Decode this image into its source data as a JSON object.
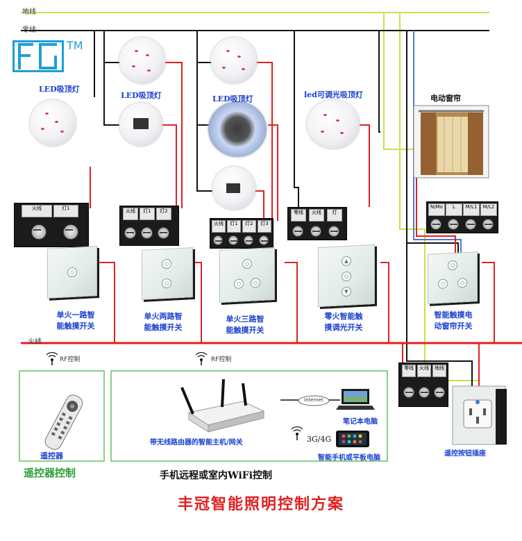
{
  "wires": {
    "ground_label": "地线",
    "neutral_label": "零线",
    "live_label": "火线"
  },
  "logo": {
    "mark": "FG",
    "tm": "TM"
  },
  "lamps": {
    "lamp1_label": "LED吸顶灯",
    "lamp2_label": "LED吸顶灯",
    "lamp3_label": "LED吸顶灯",
    "lamp4_label": "led可调光吸顶灯",
    "curtain_label": "电动窗帘"
  },
  "terminals": {
    "t1": [
      "火线",
      "灯1"
    ],
    "t2": [
      "火线",
      "灯1",
      "灯2"
    ],
    "t3": [
      "火线",
      "灯1",
      "灯2",
      "灯3"
    ],
    "t4": [
      "零线",
      "火线",
      "灯"
    ],
    "t5": [
      "N/Mo",
      "L",
      "M/L1",
      "M/L2"
    ],
    "t6": [
      "零线",
      "火线",
      "地线"
    ]
  },
  "switches": {
    "s1_label": [
      "单火一路智",
      "能触摸开关"
    ],
    "s2_label": [
      "单火两路智",
      "能触摸开关"
    ],
    "s3_label": [
      "单火三路智",
      "能触摸开关"
    ],
    "s4_label": [
      "零火智能触",
      "摸调光开关"
    ],
    "s5_label": [
      "智能触摸电",
      "动窗帘开关"
    ]
  },
  "bottom": {
    "rf_left": "RF控制",
    "rf_mid": "RF控制",
    "remote_label": "遥控器",
    "remote_control_title": "遥控器控制",
    "router_caption": "带无线路由器的智能主机/网关",
    "internet_label": "Internet",
    "laptop_label": "笔记本电脑",
    "mobile_net": "3G/4G",
    "phone_label": "智能手机或平板电脑",
    "socket_label": "遥控按钮插座",
    "wifi_title": "手机远程或室内WiFi控制",
    "main_title": "丰冠智能照明控制方案"
  },
  "colors": {
    "ground": "#c8e04c",
    "neutral": "#111111",
    "live": "#e02020",
    "text_blue": "#1a3fd0",
    "title_red": "#e02020",
    "box_green": "#5fc25f"
  }
}
